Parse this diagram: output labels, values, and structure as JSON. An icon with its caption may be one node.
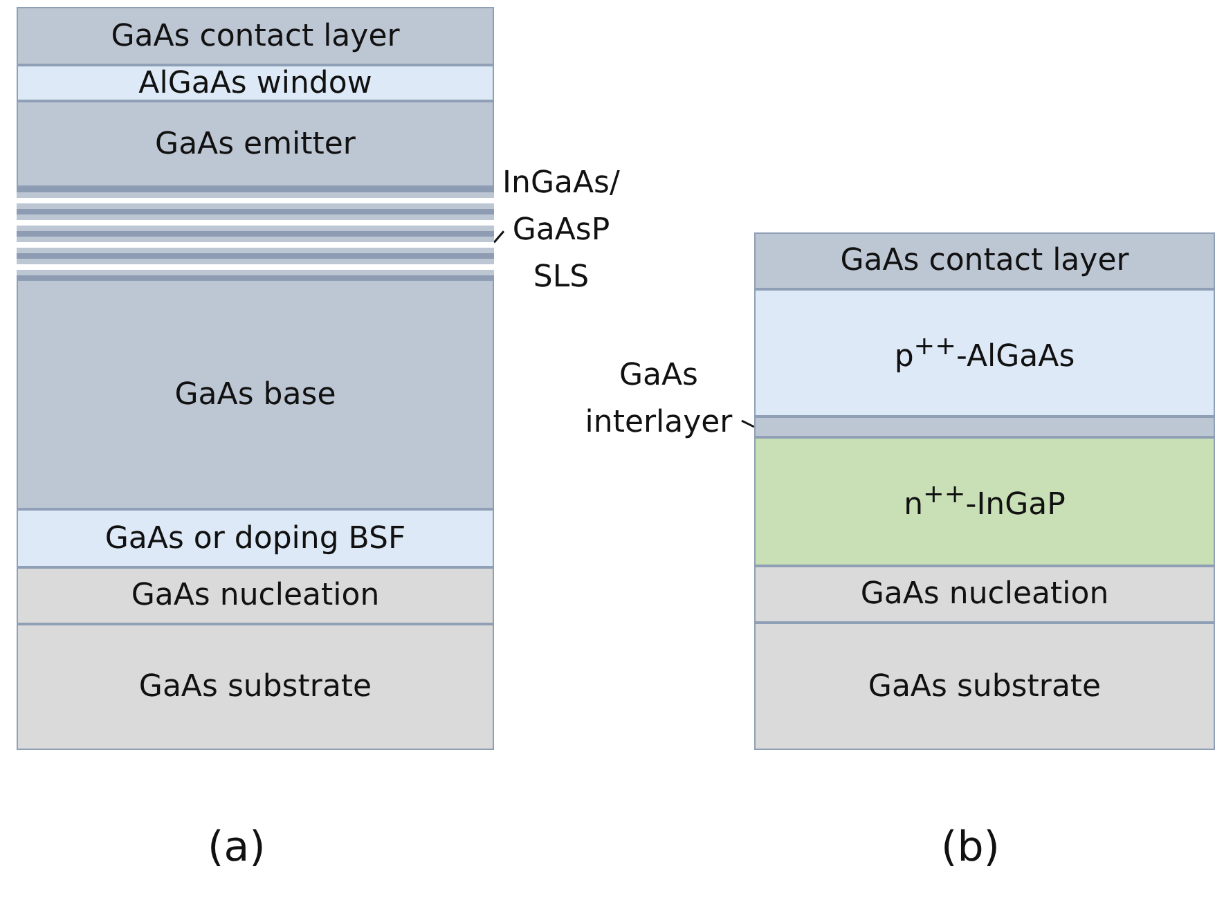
{
  "diagram": {
    "nodes": [
      {
        "text": [
          "GaAs contact layer"
        ]
      },
      {
        "text": [
          "AlGaAs window"
        ]
      },
      {
        "text": [
          "GaAs emitter"
        ]
      },
      {
        "text": [],
        "shape": "box"
      },
      {
        "text": [
          "InGaAs/ GaAsP SLS"
        ]
      },
      {
        "text": [
          "GaAs base"
        ]
      },
      {
        "text": [
          "GaAs or doping BSF"
        ]
      },
      {
        "text": [
          "GaAs nucleation"
        ]
      },
      {
        "text": [
          "GaAs substrate"
        ]
      },
      {
        "text": [
          "GaAs contact layer"
        ]
      },
      {
        "text": [
          "p$^{++}$-AlGaAs"
        ]
      },
      {
        "text": [
          "GaAs interlayer"
        ]
      },
      {
        "text": [],
        "shape": "box"
      },
      {
        "text": [
          "n$^{++}$-InGaP"
        ]
      },
      {
        "text": [
          "GaAs nucleation"
        ]
      },
      {
        "text": [
          "GaAs substrate"
        ]
      }
    ],
    "edges": [
      {
        "from": 4,
        "to": 3,
        "arrow": "none"
      },
      {
        "from": 11,
        "to": 12,
        "arrow": "none"
      }
    ],
    "labels": [
      "(a)",
      "(b)"
    ]
  }
}
